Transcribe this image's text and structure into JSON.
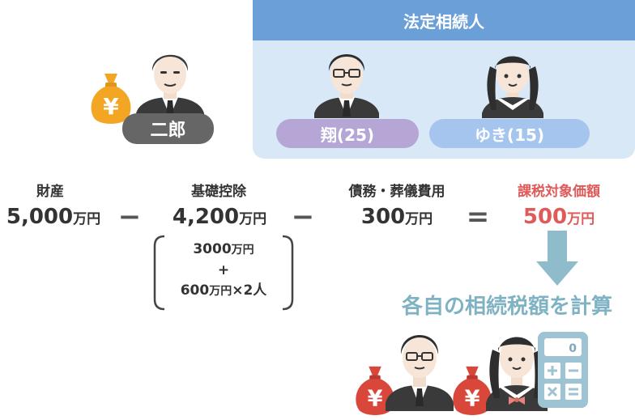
{
  "heirs": {
    "title": "法定相続人",
    "people": [
      {
        "label": "翔(25)"
      },
      {
        "label": "ゆき(15)"
      }
    ]
  },
  "decedent": {
    "label": "二郎"
  },
  "formula": {
    "assets": {
      "label": "財産",
      "value": "5,000",
      "unit": "万円"
    },
    "deduction": {
      "label": "基礎控除",
      "value": "4,200",
      "unit": "万円"
    },
    "debts": {
      "label": "債務・葬儀費用",
      "value": "300",
      "unit": "万円"
    },
    "taxable": {
      "label": "課税対象価額",
      "value": "500",
      "unit": "万円"
    },
    "minus": "−",
    "equals": "="
  },
  "breakdown": {
    "line1_value": "3000",
    "line1_unit": "万円",
    "plus": "+",
    "line3_value": "600",
    "line3_unit": "万円",
    "line3_suffix": "×2人"
  },
  "next_step": "各自の相続税額を計算",
  "icons": {
    "money_bag": "¥",
    "calculator_display": "0"
  },
  "colors": {
    "header_blue": "#6a9fd8",
    "panel_blue": "#d9e8f7",
    "pill_purple": "#b5a6d6",
    "pill_blue": "#a5c4ee",
    "bag_gold": "#f3a623",
    "bag_red": "#d9473b",
    "accent_red": "#e05a5a",
    "step_teal": "#7fb3c4"
  }
}
